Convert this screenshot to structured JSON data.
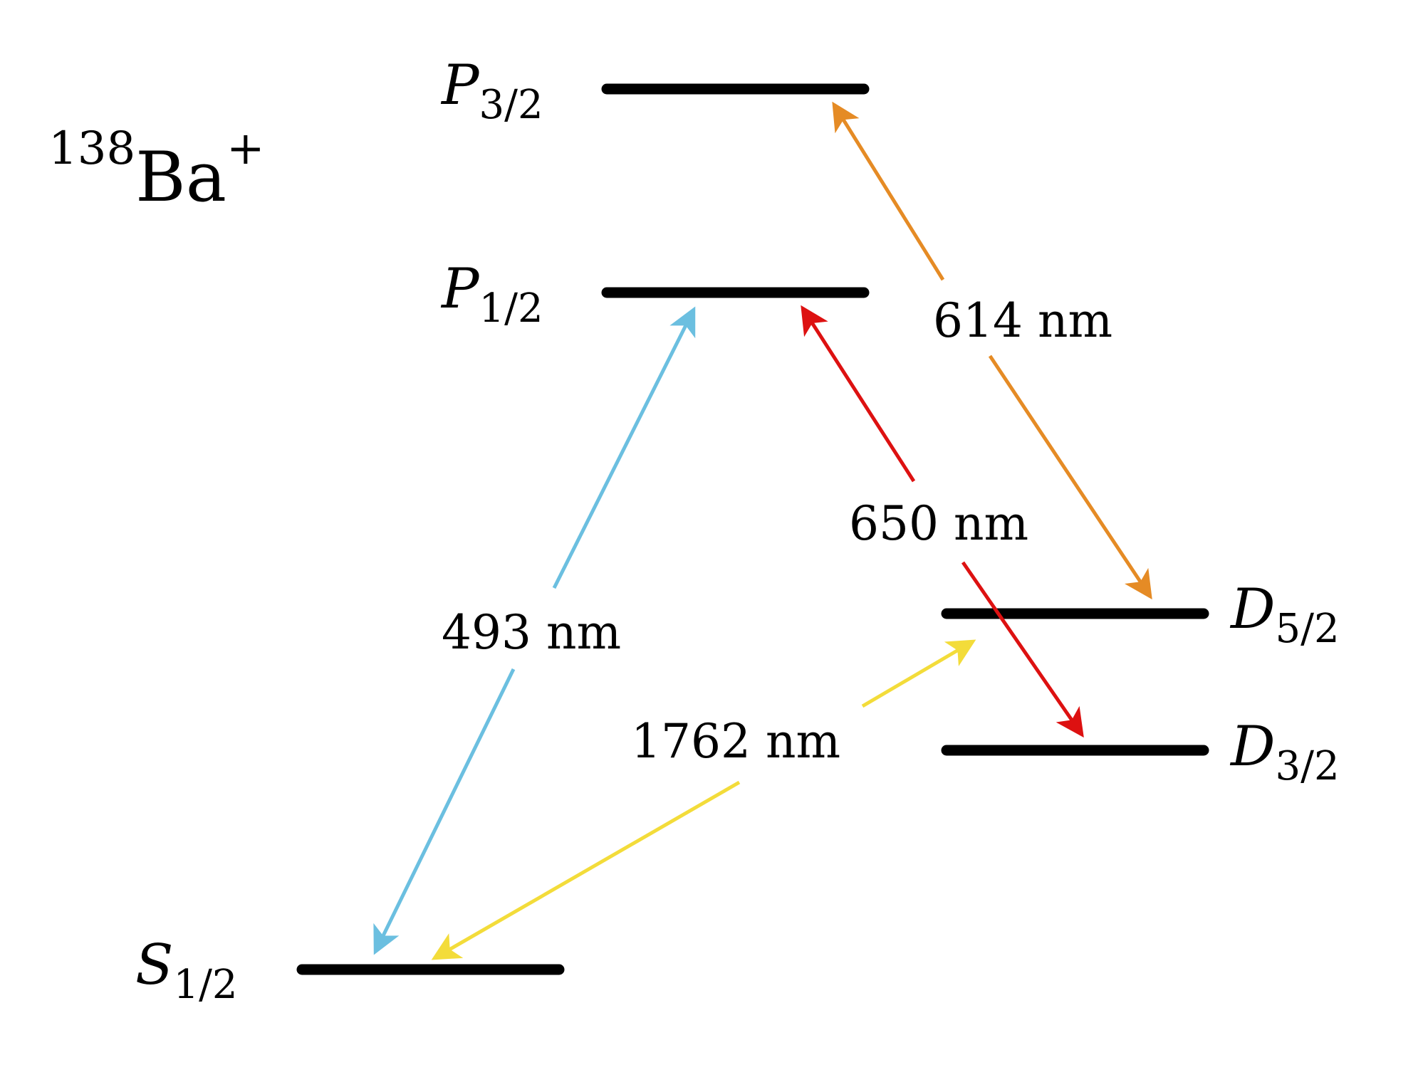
{
  "ion": {
    "mass_number": "138",
    "element": "Ba",
    "charge": "+"
  },
  "levels": [
    {
      "id": "S12",
      "symbol": "S",
      "subscript": "1/2"
    },
    {
      "id": "P12",
      "symbol": "P",
      "subscript": "1/2"
    },
    {
      "id": "P32",
      "symbol": "P",
      "subscript": "3/2"
    },
    {
      "id": "D32",
      "symbol": "D",
      "subscript": "3/2"
    },
    {
      "id": "D52",
      "symbol": "D",
      "subscript": "5/2"
    }
  ],
  "transitions": [
    {
      "id": "t493",
      "label": "493 nm",
      "color": "#6bbfe0",
      "from": "S12",
      "to": "P12"
    },
    {
      "id": "t650",
      "label": "650 nm",
      "color": "#dd1111",
      "from": "P12",
      "to": "D32"
    },
    {
      "id": "t614",
      "label": "614 nm",
      "color": "#e58b25",
      "from": "P32",
      "to": "D52"
    },
    {
      "id": "t1762",
      "label": "1762 nm",
      "color": "#f3dc3a",
      "from": "S12",
      "to": "D52"
    }
  ]
}
